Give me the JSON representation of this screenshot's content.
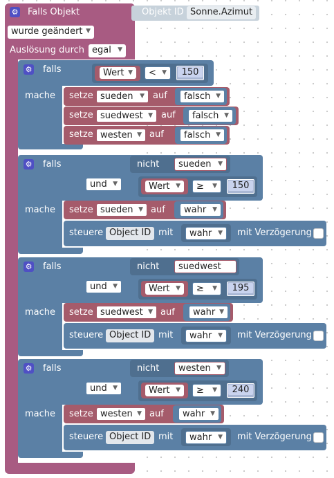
{
  "trigger": {
    "title": "Falls Objekt",
    "object_id_label": "Objekt ID",
    "object_id_value": "Sonne.Azimut",
    "condition": "wurde geändert",
    "trigger_label": "Auslösung durch",
    "trigger_value": "egal"
  },
  "labels": {
    "falls": "falls",
    "mache": "mache",
    "setze": "setze",
    "auf": "auf",
    "nicht": "nicht",
    "und": "und",
    "steuere": "steuere",
    "mit": "mit",
    "verz": "mit Verzögerung",
    "wert": "Wert",
    "object_id": "Object ID"
  },
  "block1": {
    "op": "<",
    "value": "150",
    "sets": [
      {
        "var": "sueden",
        "val": "falsch"
      },
      {
        "var": "suedwest",
        "val": "falsch"
      },
      {
        "var": "westen",
        "val": "falsch"
      }
    ]
  },
  "block2": {
    "var": "sueden",
    "op": "≥",
    "value": "150",
    "set_val": "wahr",
    "ctrl_val": "wahr"
  },
  "block3": {
    "var": "suedwest",
    "op": "≥",
    "value": "195",
    "set_val": "wahr",
    "ctrl_val": "wahr"
  },
  "block4": {
    "var": "westen",
    "op": "≥",
    "value": "240",
    "set_val": "wahr",
    "ctrl_val": "wahr"
  },
  "icons": {
    "settings": "gear-icon",
    "dropdown": "chevron-down-icon"
  }
}
